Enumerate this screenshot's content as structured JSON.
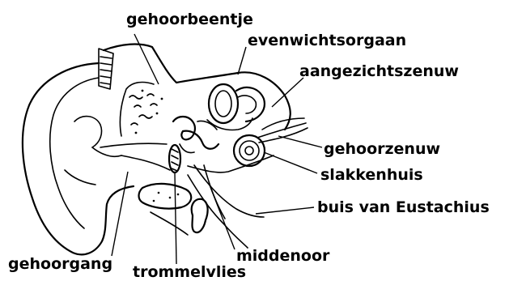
{
  "labels": {
    "ossicle": "gehoorbeentje",
    "vestibular_organ": "evenwichtsorgaan",
    "facial_nerve": "aangezichtszenuw",
    "auditory_nerve": "gehoorzenuw",
    "cochlea": "slakkenhuis",
    "eustachian_tube": "buis van Eustachius",
    "middle_ear": "middenoor",
    "ear_canal": "gehoorgang",
    "eardrum": "trommelvlies"
  },
  "colors": {
    "line": "#000000",
    "background": "#ffffff"
  }
}
